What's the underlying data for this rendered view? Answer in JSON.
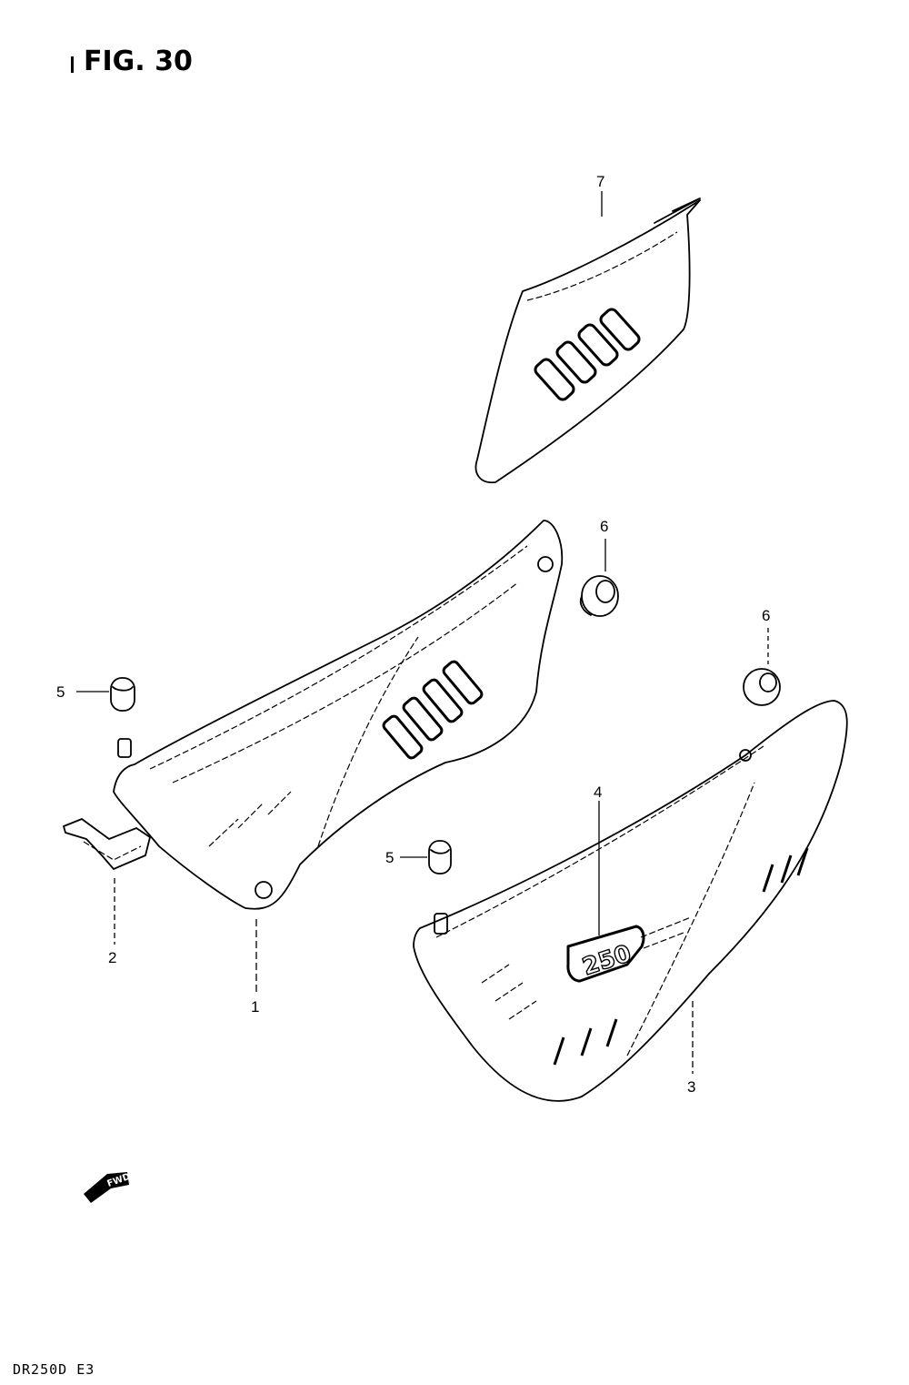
{
  "figure": {
    "title": "FIG. 30",
    "model_code": "DR250D E3",
    "fwd_label": "FWD",
    "decal_text": "250"
  },
  "callouts": [
    "1",
    "2",
    "3",
    "4",
    "5",
    "5",
    "6",
    "6",
    "7"
  ],
  "colors": {
    "line": "#000000",
    "background": "#ffffff"
  }
}
